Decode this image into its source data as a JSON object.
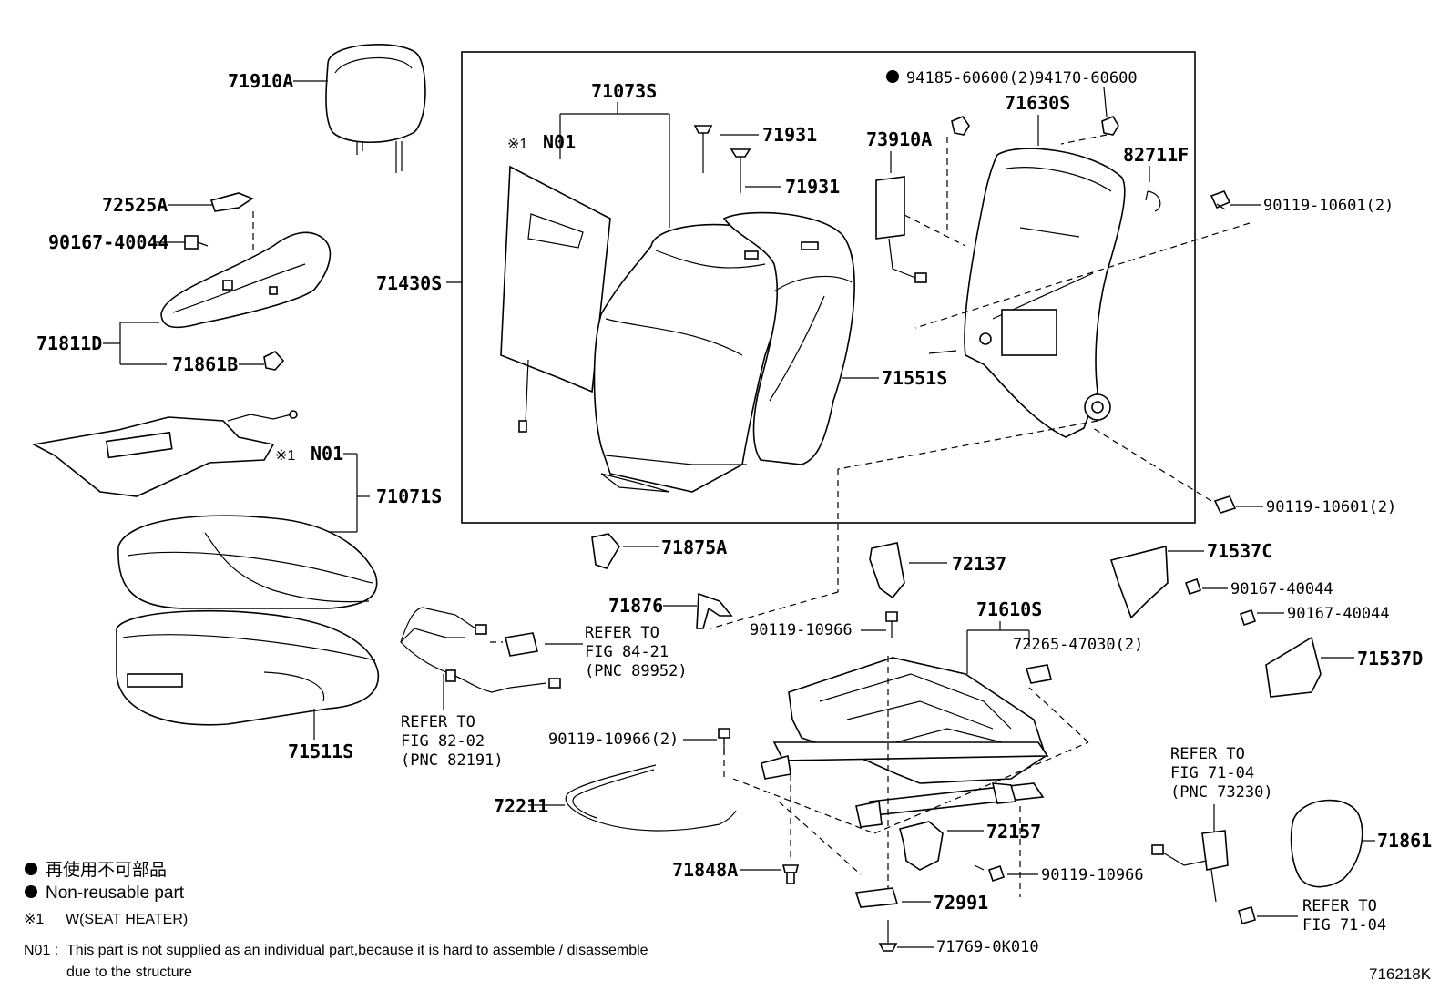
{
  "labels": {
    "p71910A": "71910A",
    "p72525A": "72525A",
    "p90167_40044_a": "90167-40044",
    "p71811D": "71811D",
    "p71861B": "71861B",
    "p71071S": "71071S",
    "p71511S": "71511S",
    "p71430S": "71430S",
    "p71073S": "71073S",
    "n01_top": "N01",
    "n01_mid": "N01",
    "p71931_a": "71931",
    "p71931_b": "71931",
    "p73910A": "73910A",
    "p94185": "94185-60600(2)",
    "p94170": "94170-60600",
    "p71630S": "71630S",
    "p82711F": "82711F",
    "p90119_10601_a": "90119-10601(2)",
    "p90119_10601_b": "90119-10601(2)",
    "p71551S": "71551S",
    "p71875A": "71875A",
    "p71876": "71876",
    "p72137": "72137",
    "p90119_10966_a": "90119-10966",
    "p71610S": "71610S",
    "p72265": "72265-47030(2)",
    "p90119_10966_2": "90119-10966(2)",
    "p72211": "72211",
    "p72157": "72157",
    "p90119_10966_b": "90119-10966",
    "p71848A": "71848A",
    "p72991": "72991",
    "p71769": "71769-0K010",
    "p71537C": "71537C",
    "p90167_40044_b": "90167-40044",
    "p90167_40044_c": "90167-40044",
    "p71537D": "71537D",
    "p71861": "71861",
    "heater_mark": "※1"
  },
  "refs": {
    "fig84": [
      "REFER TO",
      "FIG 84-21",
      "(PNC 89952)"
    ],
    "fig82": [
      "REFER TO",
      "FIG 82-02",
      "(PNC 82191)"
    ],
    "fig71a": [
      "REFER TO",
      "FIG 71-04",
      "(PNC 73230)"
    ],
    "fig71b": [
      "REFER TO",
      "FIG 71-04"
    ]
  },
  "legend": {
    "dot_jp": "再使用不可部品",
    "dot_en": "Non-reusable part",
    "mark": "※1",
    "mark_text": "W(SEAT HEATER)",
    "n01_code": "N01 :",
    "n01_line1": "This part is not supplied as an individual part,because it is hard to assemble / disassemble",
    "n01_line2": "due to the structure"
  },
  "figure_id": "716218K",
  "colors": {
    "ink": "#000000",
    "paper": "#ffffff"
  }
}
